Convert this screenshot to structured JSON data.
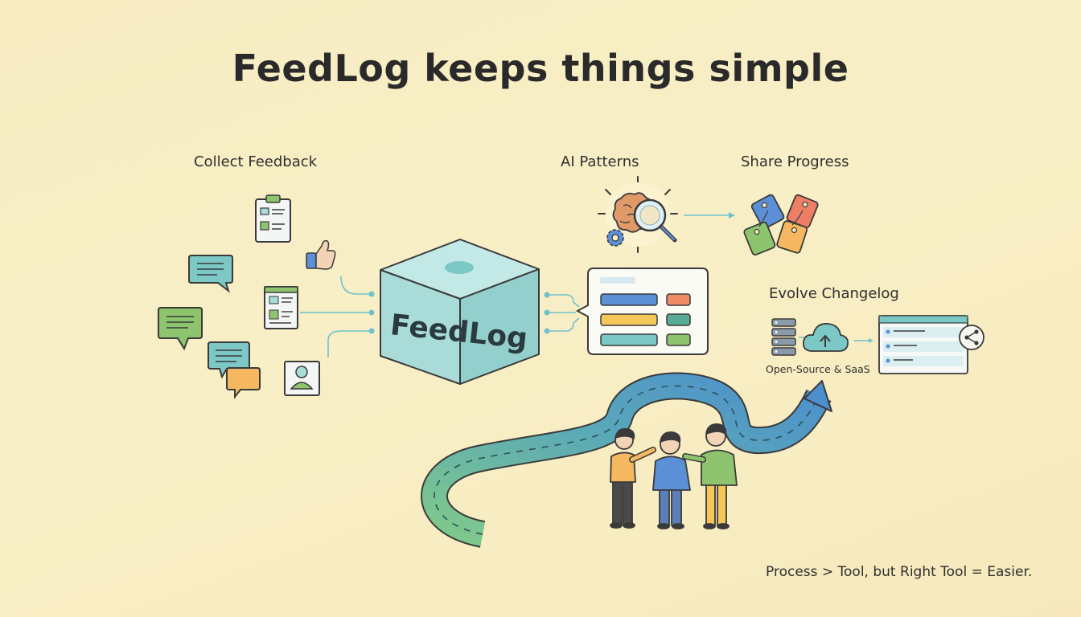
{
  "title": "FeedLog keeps things simple",
  "labels": {
    "collect": "Collect Feedback",
    "ai": "AI Patterns",
    "share": "Share Progress",
    "evolve": "Evolve Changelog",
    "oss": "Open-Source & SaaS"
  },
  "cube_text": "FeedLog",
  "tagline": "Process > Tool, but Right Tool = Easier.",
  "colors": {
    "background": "#f7ecc2",
    "cube": "#a9dcd9",
    "blue": "#5b8fd6",
    "orange": "#f0a46a",
    "yellow": "#f5c75a",
    "green": "#8fc46e",
    "teal": "#7cc8c6",
    "road_start": "#7cc68a",
    "road_end": "#4d8fcc"
  },
  "icons": [
    "clipboard-icon",
    "thumbs-up-icon",
    "document-icon",
    "user-card-icon",
    "chat-bubble-icon",
    "brain-icon",
    "magnifier-icon",
    "gear-icon",
    "tag-icon",
    "server-icon",
    "cloud-upload-icon",
    "share-icon"
  ]
}
